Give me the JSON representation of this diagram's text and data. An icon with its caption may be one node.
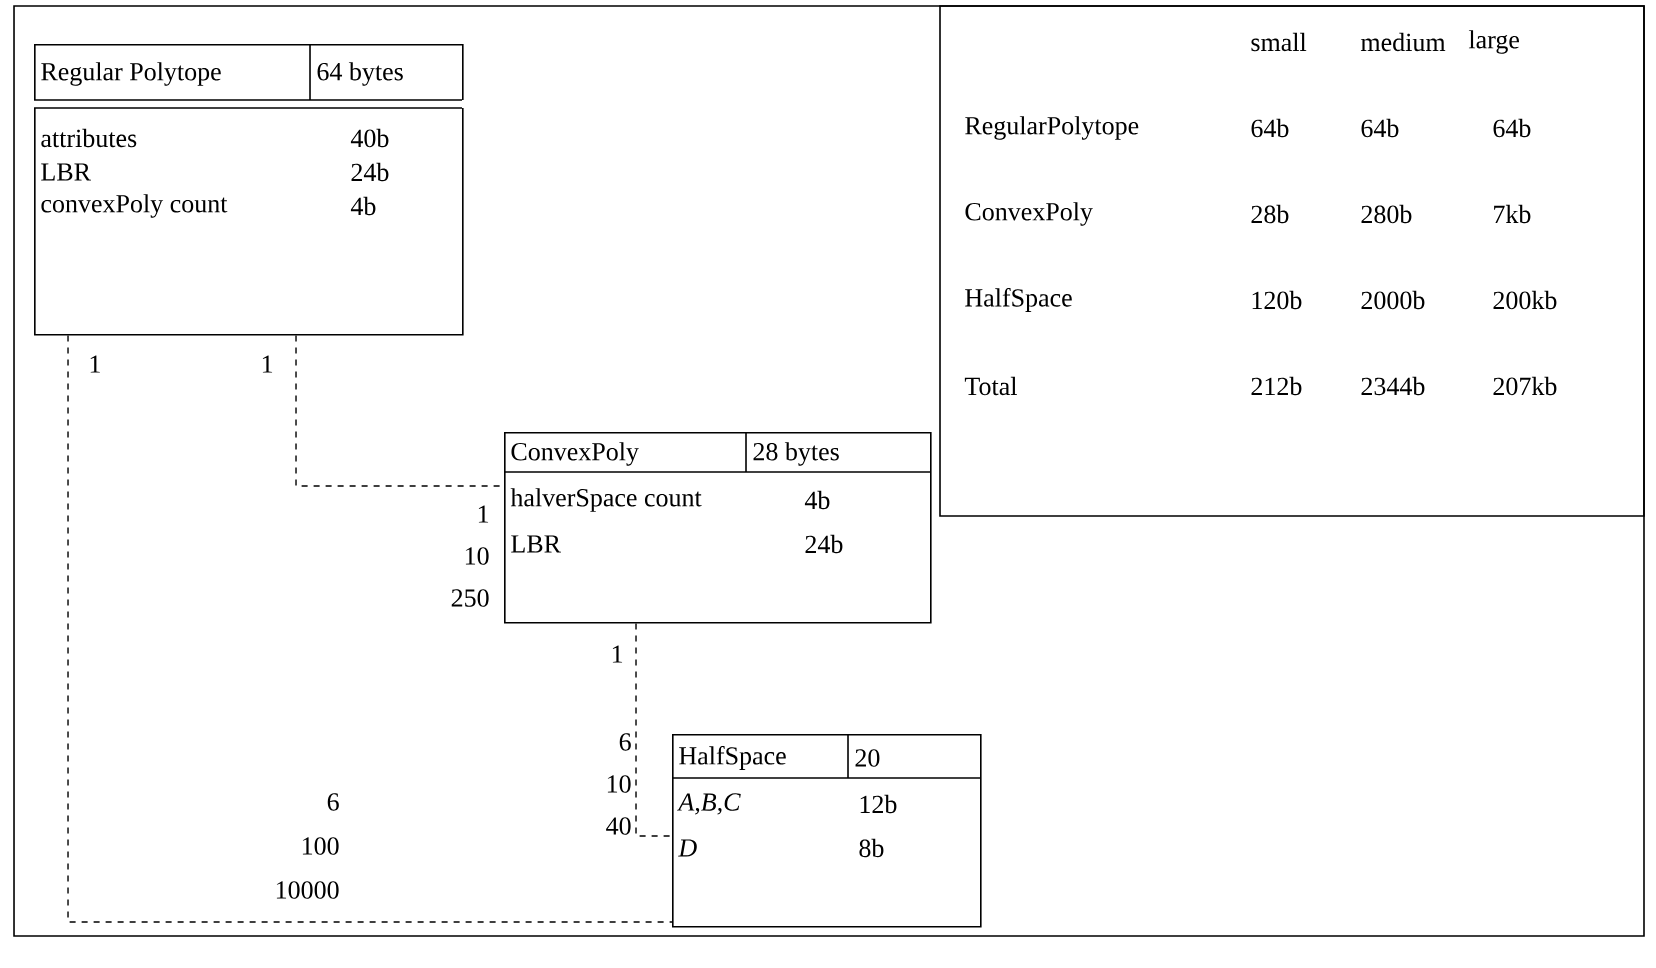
{
  "diagram": {
    "nodes": [
      {
        "text": [
          "Regular Polytope",
          "64 bytes",
          "attributes",
          "40b",
          "LBR",
          "24b",
          "convexPoly count",
          "4b"
        ]
      },
      {
        "text": [
          "ConvexPoly",
          "28 bytes",
          "halverSpace count",
          "4b",
          "LBR",
          "24b"
        ]
      },
      {
        "text": [
          "HalfSpace",
          "20",
          "A,B,C",
          "12b",
          "D",
          "8b"
        ]
      }
    ],
    "edges": [
      {
        "from": 0,
        "to": 1,
        "arrow": "none",
        "style": "dashed"
      },
      {
        "from": 1,
        "to": 2,
        "arrow": "none",
        "style": "dashed"
      },
      {
        "from": 0,
        "to": 2,
        "arrow": "none",
        "style": "dashed"
      }
    ],
    "labels": [
      "small",
      "medium",
      "large",
      "RegularPolytope",
      "64b",
      "64b",
      "64b",
      "ConvexPoly",
      "28b",
      "280b",
      "7kb",
      "HalfSpace",
      "120b",
      "2000b",
      "200kb",
      "Total",
      "212b",
      "2344b",
      "207kb",
      "1",
      "1",
      "1",
      "10",
      "250",
      "1",
      "6",
      "10",
      "40",
      "6",
      "100",
      "10000"
    ]
  }
}
